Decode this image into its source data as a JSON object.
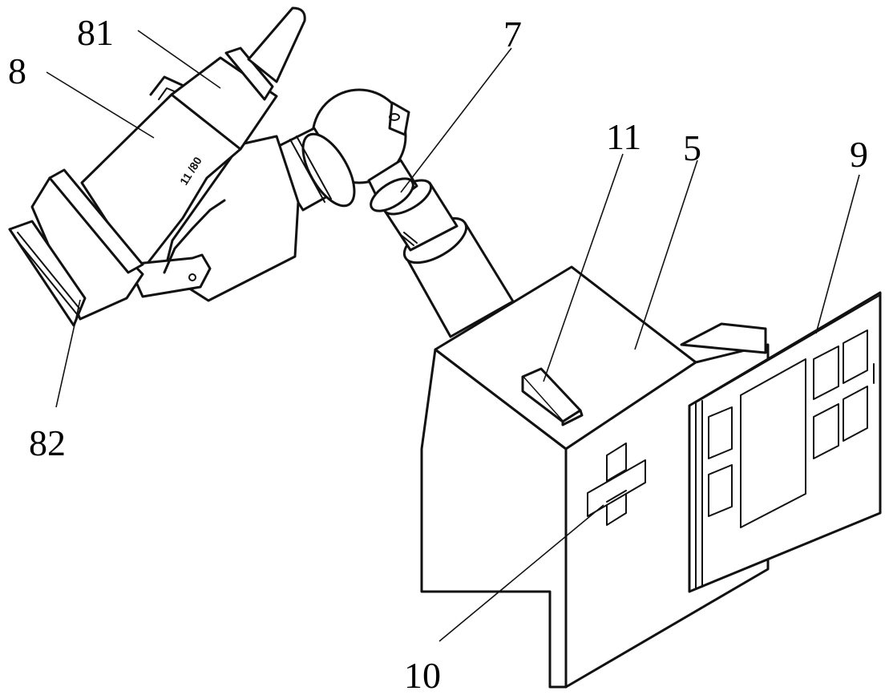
{
  "figure": {
    "labels": [
      {
        "id": "81",
        "text": "81"
      },
      {
        "id": "8",
        "text": "8"
      },
      {
        "id": "7",
        "text": "7"
      },
      {
        "id": "11",
        "text": "11"
      },
      {
        "id": "5",
        "text": "5"
      },
      {
        "id": "9",
        "text": "9"
      },
      {
        "id": "82",
        "text": "82"
      },
      {
        "id": "10",
        "text": "10"
      }
    ],
    "stamp_text": "11 /80"
  },
  "colors": {
    "line": "#111111",
    "background": "#ffffff"
  }
}
